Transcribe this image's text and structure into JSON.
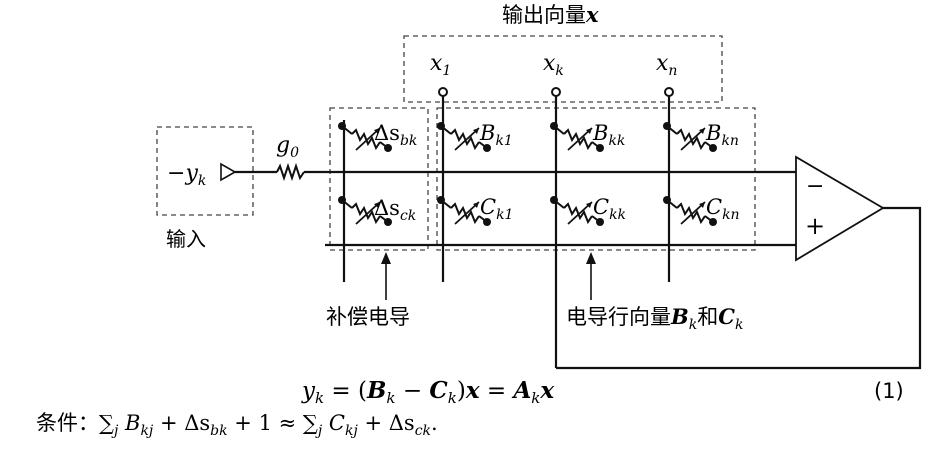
{
  "labels": {
    "output_title_prefix": "输出向量",
    "output_title_var": "x",
    "out_x": "x",
    "out_sub_1": "1",
    "out_sub_k": "k",
    "out_sub_n": "n",
    "input_label": "输入",
    "input_sign": "−",
    "input_var": "y",
    "input_sub": "k",
    "g0_var": "g",
    "g0_sub": "0",
    "ds_bk_main": "Δs",
    "ds_bk_sub": "bk",
    "ds_ck_main": "Δs",
    "ds_ck_sub": "ck",
    "b_var": "B",
    "b_sub_k1": "k1",
    "b_sub_kk": "kk",
    "b_sub_kn": "kn",
    "c_var": "C",
    "c_sub_k1": "k1",
    "c_sub_kk": "kk",
    "c_sub_kn": "kn",
    "opamp_minus": "−",
    "opamp_plus": "+",
    "comp_label": "补偿电导",
    "cond_label_prefix": "电导行向量",
    "cond_B": "B",
    "cond_B_sub": "k",
    "cond_and": "和",
    "cond_C": "C",
    "cond_C_sub": "k"
  },
  "equation": {
    "text": "y_k = (B_k − C_k)x = A_k x",
    "lhs_var": "y",
    "lhs_sub": "k",
    "eq": " = (",
    "B": "B",
    "B_sub": "k",
    "minus": " − ",
    "C": "C",
    "C_sub": "k",
    "close": ")",
    "x1": "x",
    "eq2": " = ",
    "A": "A",
    "A_sub": "k",
    "x2": "x",
    "number": "(1)"
  },
  "condition": {
    "prefix": "条件：",
    "sum1": "∑",
    "sum1_sub": "j",
    "term1": " B",
    "term1_sub": "kj",
    "plus1": " + Δs",
    "plus1_sub": "bk",
    "plus2": " + 1 ≈ ",
    "sum2": "∑",
    "sum2_sub": "j",
    "term2": " C",
    "term2_sub": "kj",
    "plus3": " + Δs",
    "plus3_sub": "ck",
    "end": "."
  }
}
